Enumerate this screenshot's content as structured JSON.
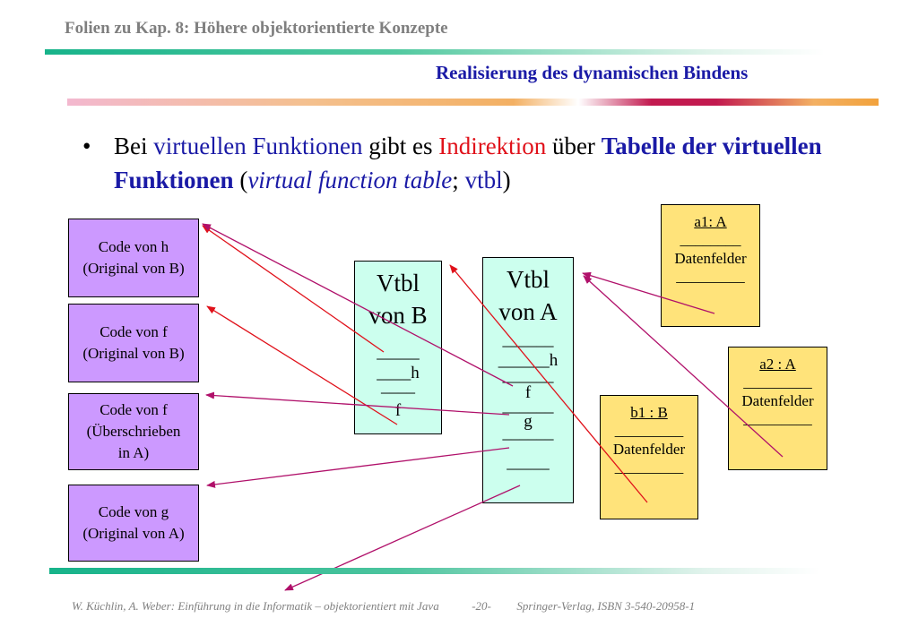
{
  "header": {
    "title": "Folien zu Kap. 8: Höhere objektorientierte Konzepte",
    "subtitle": "Realisierung des dynamischen Bindens"
  },
  "bullet": {
    "marker": "•",
    "p1": "Bei ",
    "p2": "virtuellen Funktionen",
    "p3": " gibt es ",
    "p4": "Indirektion",
    "p5": " über ",
    "p6": "Tabelle der virtuellen Funktionen",
    "p7": " (",
    "p8": "virtual function table",
    "p9": "; ",
    "p10": "vtbl",
    "p11": ")"
  },
  "code_boxes": [
    {
      "line1": "Code von h",
      "line2": "(Original von B)",
      "line3": ""
    },
    {
      "line1": "Code von f",
      "line2": "(Original von B)",
      "line3": ""
    },
    {
      "line1": "Code von f",
      "line2": "(Überschrieben",
      "line3": "in A)"
    },
    {
      "line1": "Code von g",
      "line2": "(Original von A)",
      "line3": ""
    }
  ],
  "vtbl_b": {
    "title1": "Vtbl",
    "title2": "von B",
    "rows": [
      "_____",
      "____h",
      "____",
      "f"
    ]
  },
  "vtbl_a": {
    "title1": "Vtbl",
    "title2": "von A",
    "rows": [
      "______",
      "______h",
      "______",
      "f",
      "______",
      "g",
      "______",
      "_____"
    ]
  },
  "objects": {
    "a1": {
      "name": "a1: A",
      "sep1": "________",
      "field": "Datenfelder",
      "sep2": "_________"
    },
    "a2": {
      "name": "a2 : A",
      "sep1": "_________",
      "field": "Datenfelder",
      "sep2": "_________"
    },
    "b1": {
      "name": "b1 : B",
      "sep1": "_________",
      "field": "Datenfelder",
      "sep2": "_________"
    }
  },
  "footer": {
    "authors": "W. Küchlin, A. Weber: Einführung in die Informatik – objektorientiert mit Java",
    "page": "-20-",
    "publisher": "Springer-Verlag, ISBN 3-540-20958-1"
  },
  "colors": {
    "arrow_red": "#e0111a",
    "arrow_magenta": "#b0106a",
    "code_fill": "#cc99ff",
    "vtbl_fill": "#ccffee",
    "object_fill": "#ffe37a"
  }
}
